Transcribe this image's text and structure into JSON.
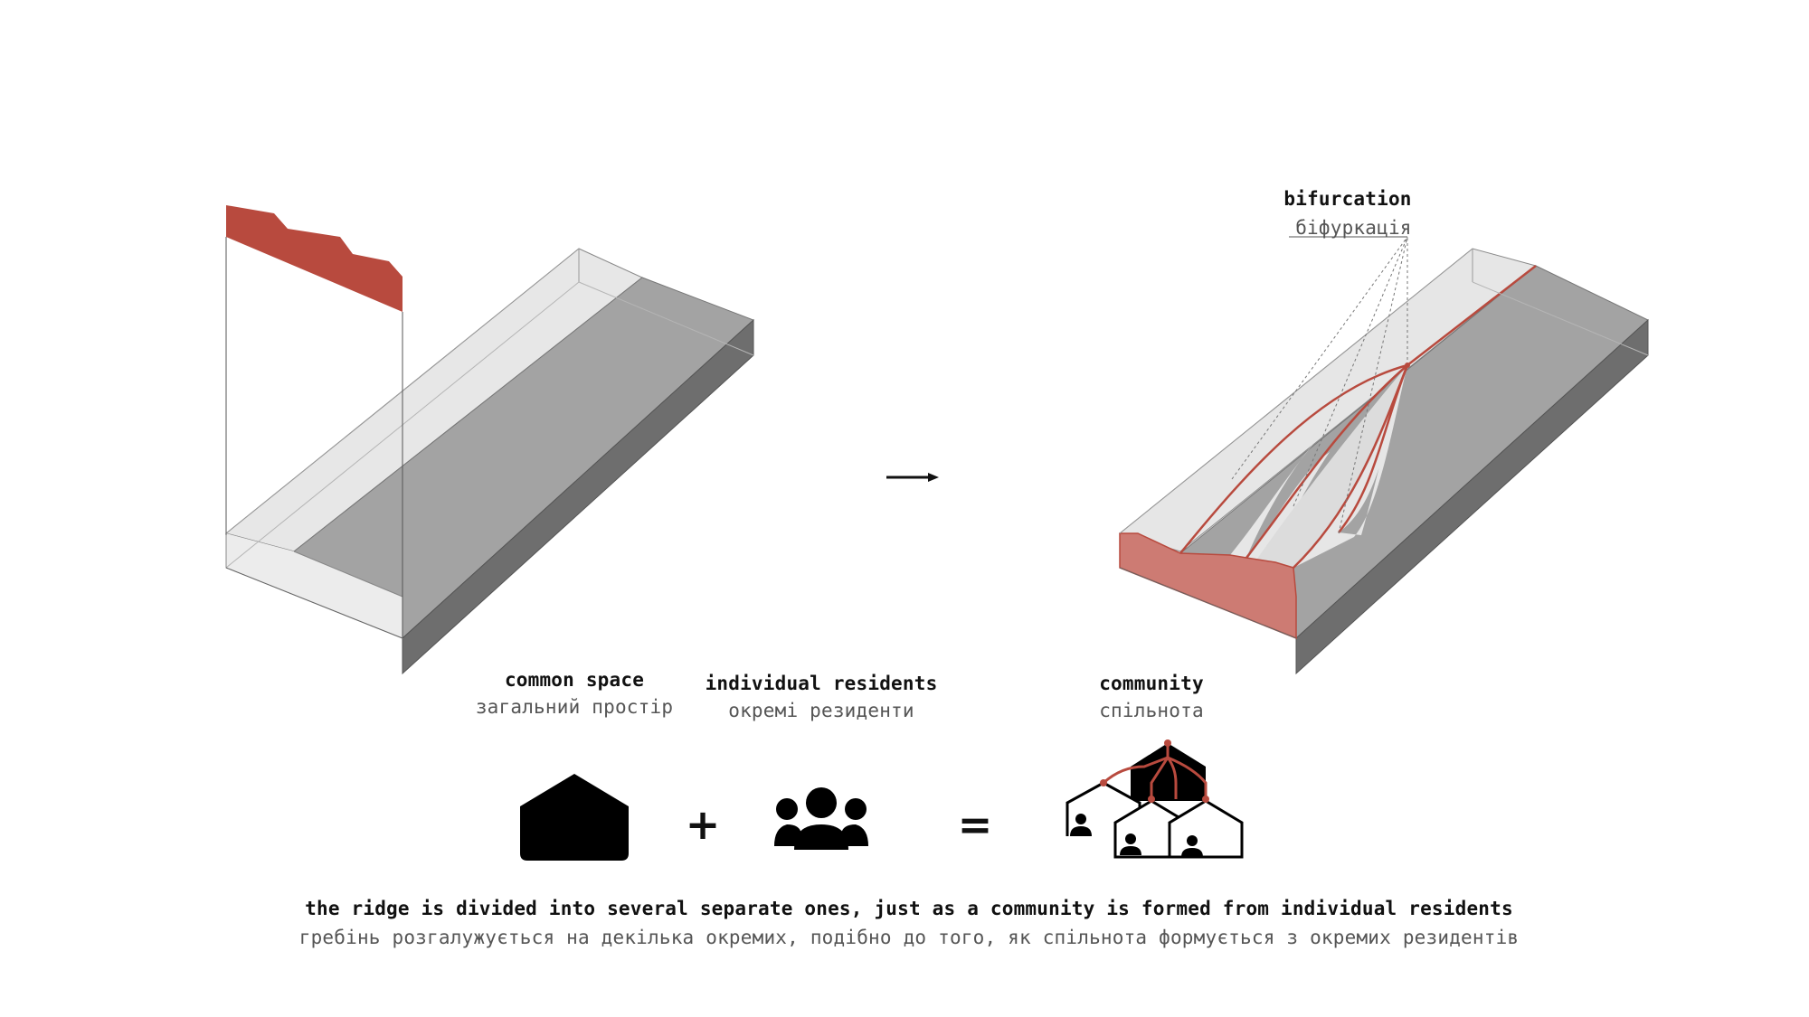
{
  "bifurcation": {
    "en": "bifurcation",
    "ua": "біфуркація"
  },
  "common_space": {
    "en": "common space",
    "ua": "загальний простір"
  },
  "individual_residents": {
    "en": "individual residents",
    "ua": "окремі резиденти"
  },
  "community": {
    "en": "community",
    "ua": "спільнота"
  },
  "operators": {
    "plus": "+",
    "equals": "="
  },
  "caption": {
    "en": "the ridge is divided into several separate ones, just as a community is formed from individual residents",
    "ua": "гребінь розгалужується на декілька окремих, подібно до того, як спільнота формується з окремих резидентів"
  },
  "colors": {
    "accent_red": "#b94a3e",
    "section_pink": "#cc7b73",
    "ridge_dark": "#a2a2a2",
    "side_dark": "#6e6e6e",
    "surface_light": "#e6e6e6"
  },
  "icons": [
    "house-icon",
    "people-group-icon",
    "community-houses-icon",
    "arrow-right-icon"
  ]
}
